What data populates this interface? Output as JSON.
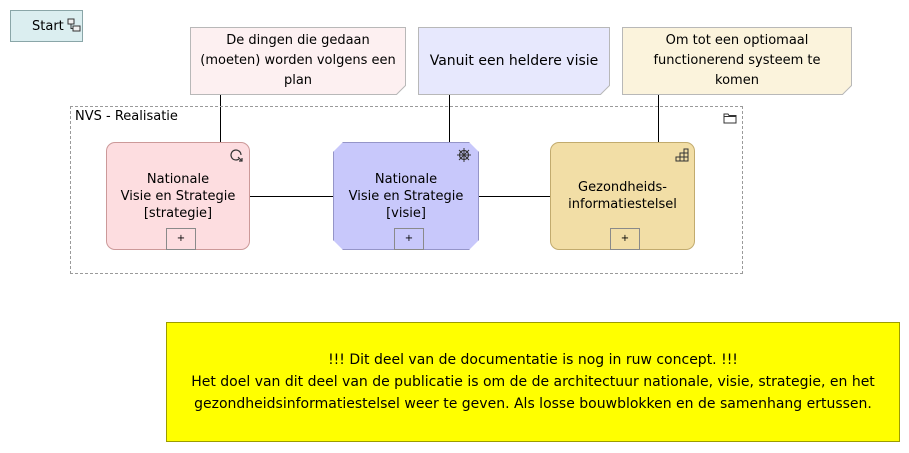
{
  "start": {
    "label": "Start"
  },
  "notes": {
    "plan": "De dingen die gedaan (moeten) worden volgens een plan",
    "visie": "Vanuit een heldere visie",
    "systeem": "Om tot een optiomaal functionerend systeem te komen"
  },
  "group": {
    "label": "NVS - Realisatie"
  },
  "elements": {
    "strategie": {
      "lines": [
        "Nationale",
        "Visie en Strategie",
        "[strategie]"
      ],
      "expand": "+"
    },
    "visie": {
      "lines": [
        "Nationale",
        "Visie en Strategie",
        "[visie]"
      ],
      "expand": "+"
    },
    "gis": {
      "lines": [
        "Gezondheids-",
        "informatiestelsel"
      ],
      "expand": "+"
    }
  },
  "banner": {
    "line1": "!!! Dit deel van de documentatie is nog in ruw concept. !!!",
    "line2": "Het doel van dit deel van de publicatie is om de de architectuur nationale, visie, strategie, en het",
    "line3": "gezondheidsinformatiestelsel weer te geven. Als losse bouwblokken en de samenhang ertussen."
  },
  "colors": {
    "strategie_fill": "#fddde0",
    "visie_fill": "#c8c8fb",
    "gis_fill": "#f2dea6",
    "banner_fill": "#ffff00",
    "start_fill": "#dbeef0"
  },
  "icons": {
    "start": "components-icon",
    "group": "folder-icon",
    "strategie": "course-of-action-icon",
    "visie": "wheel-icon",
    "gis": "capability-icon"
  }
}
